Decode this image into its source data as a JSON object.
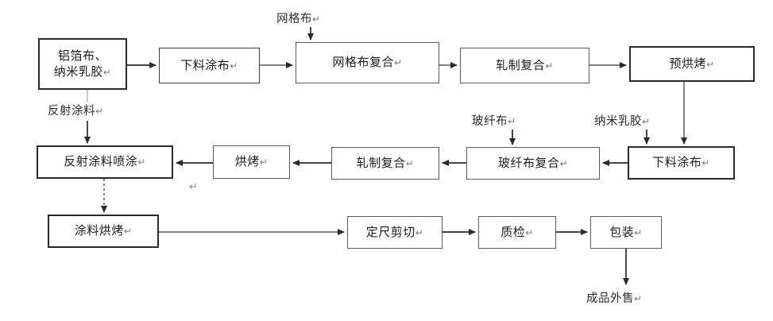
{
  "diagram": {
    "title": "Reflective insulation fabric production process flowchart",
    "line_color": "#3c3c3c",
    "box_border_color": "#3c3c3c",
    "background": "#ffffff",
    "pilcrow_glyph": "↵"
  },
  "nodes": {
    "raw_material": {
      "label": "铝箔布、\n纳米乳胶"
    },
    "coating_1": {
      "label": "下料涂布"
    },
    "mesh_composite": {
      "label": "网格布复合"
    },
    "roll_composite_1": {
      "label": "轧制复合"
    },
    "pre_bake": {
      "label": "预烘烤"
    },
    "coating_2": {
      "label": "下料涂布"
    },
    "glassfiber_comp": {
      "label": "玻纤布复合"
    },
    "roll_composite_2": {
      "label": "轧制复合"
    },
    "bake": {
      "label": "烘烤"
    },
    "reflective_spray": {
      "label": "反射涂料喷涂"
    },
    "paint_bake": {
      "label": "涂料烘烤"
    },
    "cut_to_length": {
      "label": "定尺剪切"
    },
    "quality_check": {
      "label": "质检"
    },
    "packaging": {
      "label": "包装"
    }
  },
  "input_labels": {
    "mesh_cloth": {
      "label": "网格布"
    },
    "reflective_paint": {
      "label": "反射涂料"
    },
    "glassfiber_cloth": {
      "label": "玻纤布"
    },
    "nano_latex": {
      "label": "纳米乳胶"
    }
  },
  "output_labels": {
    "finished_goods": {
      "label": "成品外售"
    }
  },
  "stray_marks": {
    "mark_1": {
      "label": "↵"
    }
  }
}
